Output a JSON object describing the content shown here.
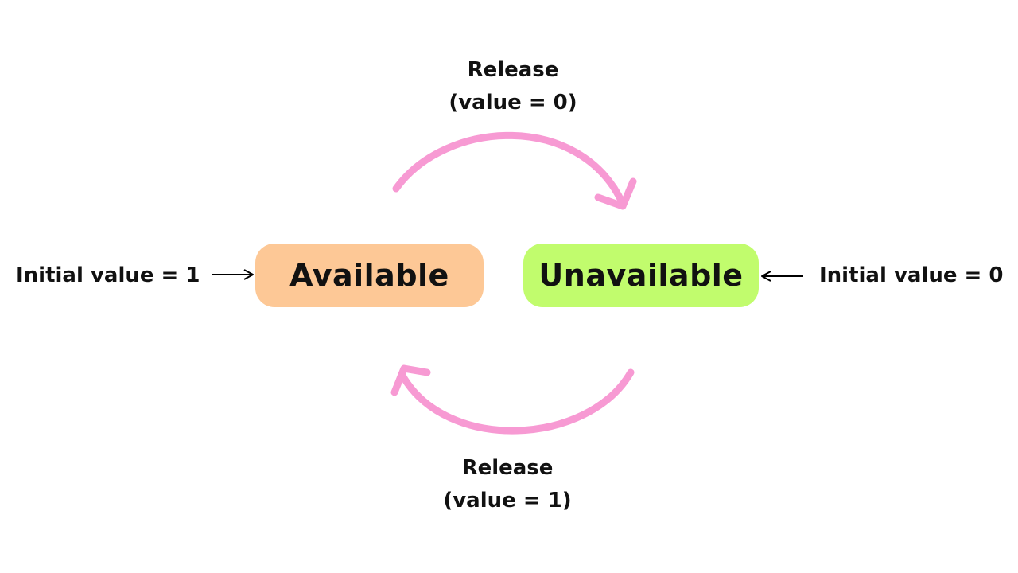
{
  "states": {
    "available": {
      "label": "Available",
      "color": "#fdc896"
    },
    "unavailable": {
      "label": "Unavailable",
      "color": "#c1fc6d"
    }
  },
  "initial_labels": {
    "left": "Initial value = 1",
    "right": "Initial value = 0"
  },
  "transitions": {
    "top": {
      "line1": "Release",
      "line2": "(value = 0)"
    },
    "bottom": {
      "line1": "Release",
      "line2": "(value = 1)"
    }
  },
  "colors": {
    "arc": "#f79ad3",
    "text": "#111111",
    "arrow": "#000000"
  }
}
